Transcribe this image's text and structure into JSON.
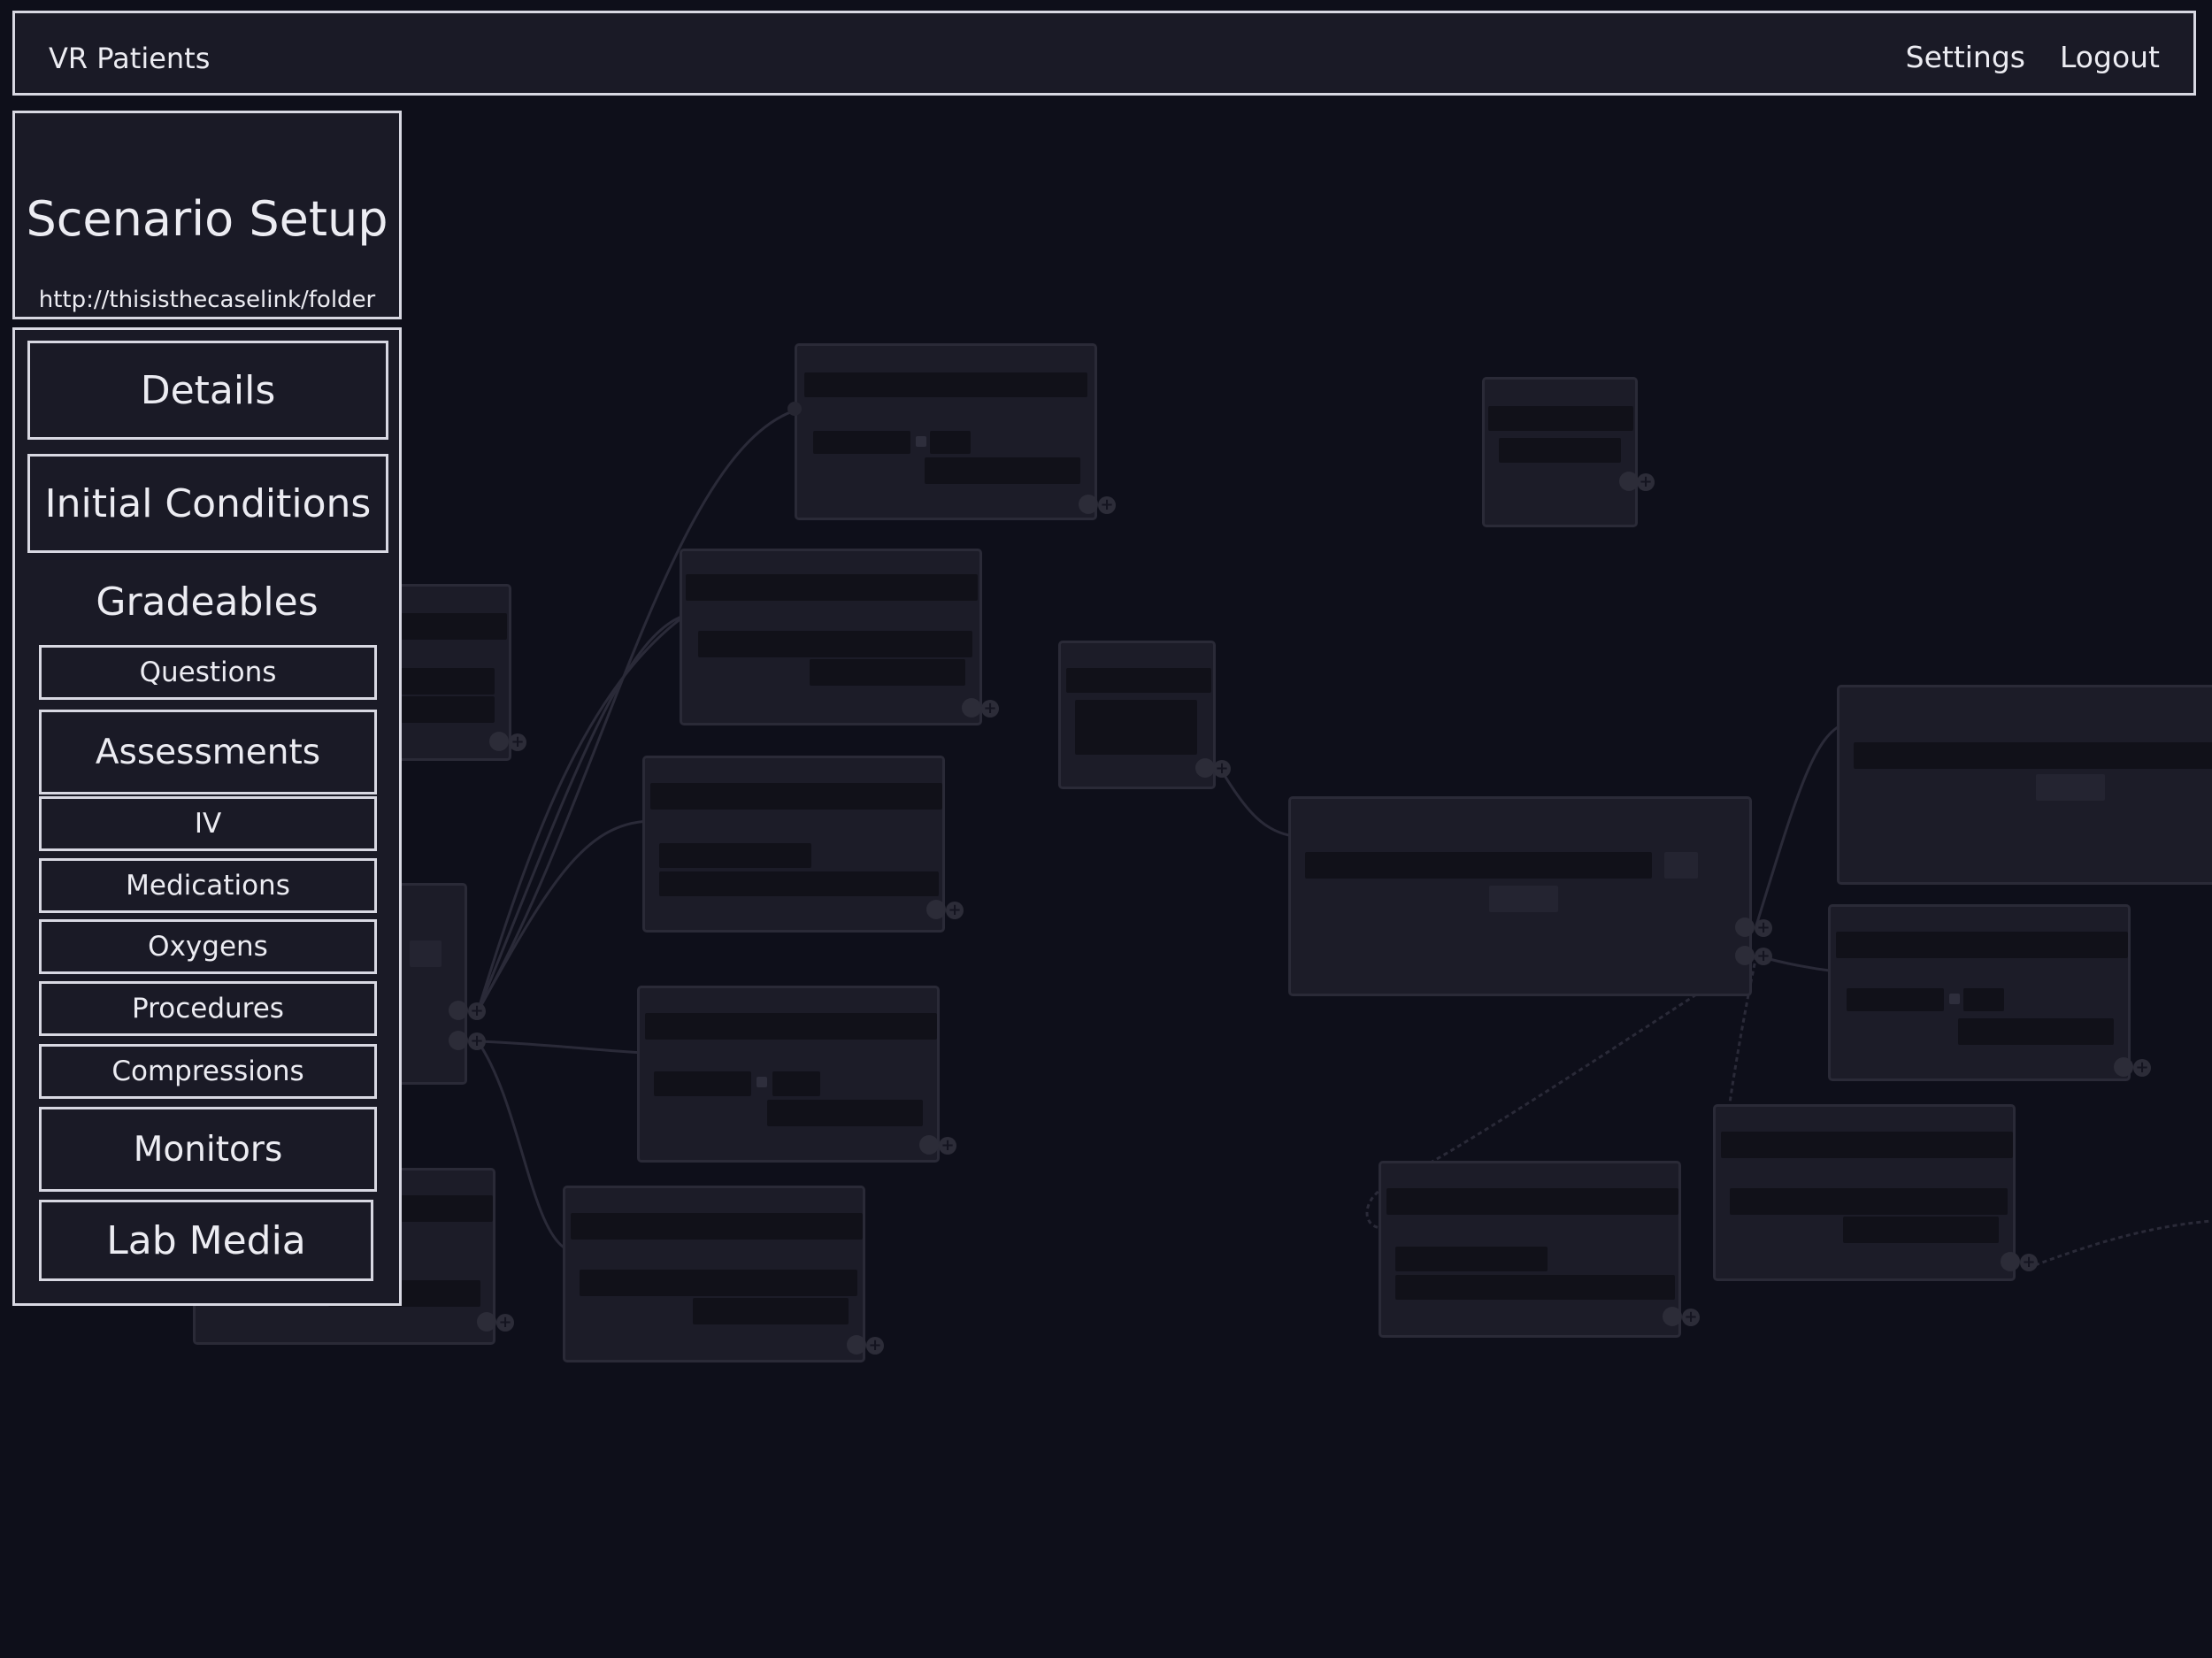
{
  "header": {
    "app_title": "VR Patients",
    "settings_label": "Settings",
    "logout_label": "Logout"
  },
  "scenario": {
    "title": "Scenario Setup",
    "link": "http://thisisthecaselink/folder"
  },
  "menu": {
    "details_label": "Details",
    "initial_conditions_label": "Initial Conditions",
    "gradeables_label": "Gradeables",
    "questions_label": "Questions",
    "assessments_label": "Assessments",
    "iv_label": "IV",
    "medications_label": "Medications",
    "oxygens_label": "Oxygens",
    "procedures_label": "Procedures",
    "compressions_label": "Compressions",
    "monitors_label": "Monitors",
    "lab_media_label": "Lab Media"
  },
  "colors": {
    "background": "#0e0f1a",
    "panel": "#1a1a26",
    "border": "#d8d8e2",
    "text": "#ececf2"
  }
}
